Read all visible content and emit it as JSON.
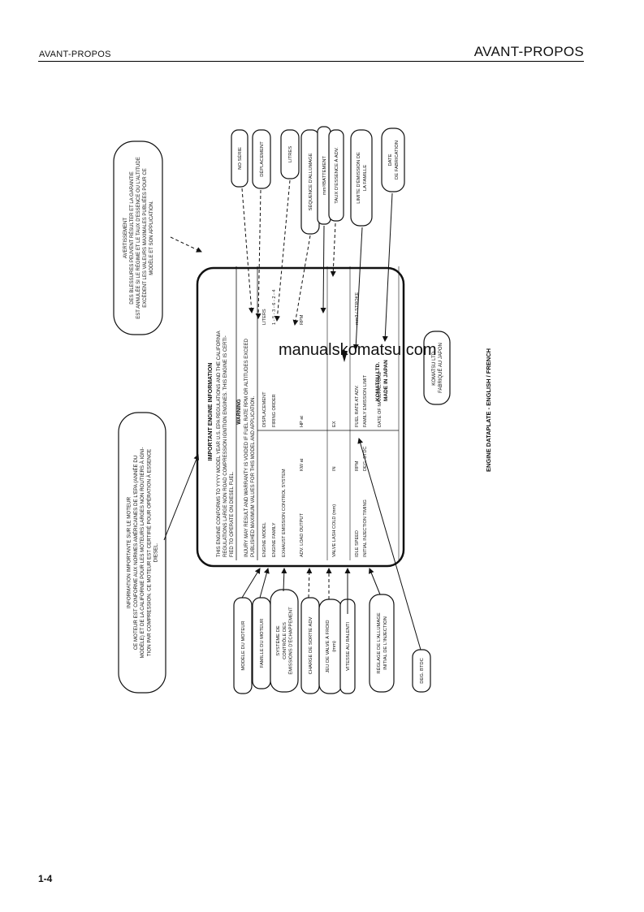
{
  "header": {
    "left": "AVANT-PROPOS",
    "right": "AVANT-PROPOS"
  },
  "page_number": "1-4",
  "watermark": "manualskomatsu.com",
  "plate": {
    "title": "IMPORTANT ENGINE INFORMATION",
    "intro": [
      "THIS ENGINE CONFORMS TO YYYY MODEL YEAR U.S. EPA REGULATIONS AND THE CALIFORNIA",
      "REGULATIONS LARGE NON ROAD COMPRESSION IGNITION ENGINES. THIS ENGINE IS CERTI-",
      "FIED TO OPERATE ON DIESEL FUEL."
    ],
    "warning_title": "WARNING",
    "warning_text": [
      "INJURY MAY RESULT AND WARRANTY IS VOIDED IF FUEL RATE RPM OR ALTITUDES EXCEED",
      "PUBLISHED MAXIMUM VALUES FOR THIS MODEL AND APPLICATION."
    ],
    "rows": [
      {
        "label": "ENGINE MODEL",
        "mid": "",
        "right_label": "DISPLACEMENT",
        "right_value": "LITERS"
      },
      {
        "label": "ENGINE FAMILY",
        "mid": "",
        "right_label": "FIRING ORDER",
        "right_value": "1 - 5 - 3 - 6 - 2 - 4"
      },
      {
        "label": "EXHAUST EMISSION CONTROL SYSTEM",
        "mid": "",
        "right_label": "",
        "right_value": ""
      },
      {
        "label": "ADV. LOAD OUTPUT",
        "mid": "KW  at",
        "right_label": "HP  at",
        "right_value": "RPM"
      },
      {
        "label": "VALVE LASH COLD (mm)",
        "mid": "IN",
        "right_label": "EX",
        "right_value": ""
      },
      {
        "label": "IDLE SPEED",
        "mid": "RPM",
        "right_label": "FUEL RATE AT ADV.",
        "right_value": "mm3 / STROKE"
      },
      {
        "label": "INITIAL INJECTION TIMING",
        "mid": "DEG. BTDC",
        "right_label": "FAMILY EMISSION LIMIT",
        "right_value": ""
      },
      {
        "label": "",
        "mid": "",
        "right_label": "DATE OF MANUFACTURE",
        "right_value": ""
      }
    ],
    "maker": [
      "KOMATSU LTD.",
      "MADE IN JAPAN"
    ]
  },
  "callouts": {
    "avert": [
      "AVERTISSEMENT",
      "DES BLESSURES PEUVENT RÉSULTER ET LA GARANTIE",
      "EST ANNULÉE SI LE RÉGIME ET LE TAUX D'ESSENCE OU L'ALTITUDE",
      "EXCÈDENT LES VALEURS MAXIMALES PUBLIÉES POUR CE",
      "MODÈLE ET SON APPLICATION."
    ],
    "info": [
      "INFORMATION IMPORTANTE SUR LE MOTEUR",
      "CE MOTEUR EST CONFORME AUX NORMES AMÉRICAINES DE L'EPA (ANNÉE DU",
      "MODÈLE) ET DE LA CALIFORNIE POUR LES MOTEURS LARGES NON ROUTIERS À IGNI-",
      "TION PAR COMPRESSION. CE MOTEUR EST CERTIFIÉ POUR OPÉRATION À ESSENCE",
      "DIESEL."
    ],
    "top": [
      [
        "NO SÉRIE"
      ],
      [
        "DÉPLACEMENT"
      ],
      [
        "LITRES"
      ],
      [
        "SÉQUENCE D'ALLUMAGE"
      ],
      [
        "mm³/BATTEMENT"
      ],
      [
        "TAUX D'ESSENCE À ADV."
      ],
      [
        "LIMITE D'ÉMISSION DE",
        "LA FAMILLE"
      ],
      [
        "DATE",
        "DE FABRICATION"
      ]
    ],
    "bottom": [
      [
        "MODÈLE DU MOTEUR"
      ],
      [
        "FAMILLE DU MOTEUR"
      ],
      [
        "SYSTÈME DE",
        "CONTRÔLE DES",
        "ÉMISSIONS D'ÉCHAPPEMENT"
      ],
      [
        "CHARGE DE SORTIE ADV"
      ],
      [
        "JEU DE VALVE À FROID",
        "(mm)"
      ],
      [
        "VITESSE AU RALENTI"
      ],
      [
        "RÉGLAGE DE L'ALLUMAGE",
        "INITIAL DE L'INJECTION"
      ],
      [
        "DEG. BTDC"
      ]
    ],
    "manufacturer": [
      "KOMATSU LTD.",
      "FABRIQUÉ AU JAPON"
    ]
  },
  "caption": "ENGINE DATAPLATE - ENGLISH / FRENCH"
}
